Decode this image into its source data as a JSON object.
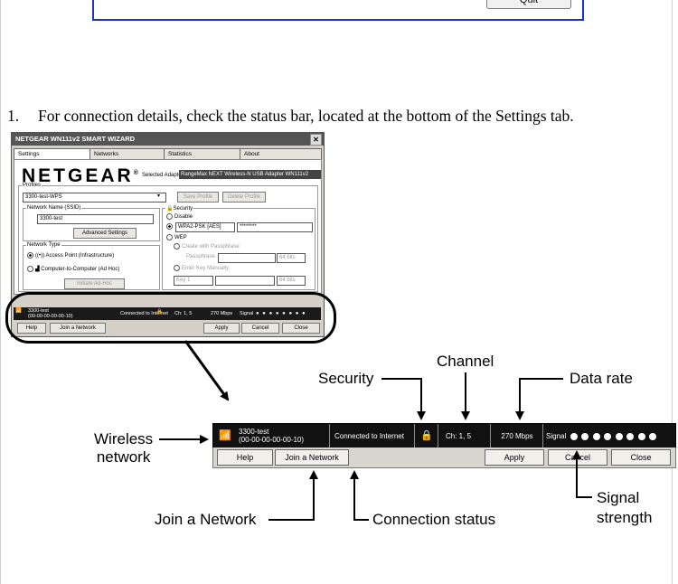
{
  "top_dialog": {
    "button_label": "Quit"
  },
  "instruction": {
    "number": "1.",
    "text": "For connection details, check the status bar, located at the bottom of the Settings tab."
  },
  "wizard": {
    "title": "NETGEAR WN111v2 SMART WIZARD",
    "tabs": [
      "Settings",
      "Networks",
      "Statistics",
      "About"
    ],
    "logo": "NETGEAR",
    "logo_mark": "®",
    "selected_adapter_label": "Selected Adapter",
    "selected_adapter": "RangeMax NEXT Wireless-N USB Adapter WN111v2",
    "profiles_label": "Profiles",
    "profile_value": "3300-test-WPS",
    "save_profile": "Save Profile",
    "delete_profile": "Delete Profile",
    "ssid_label": "Network Name (SSID)",
    "ssid_value": "3300-test",
    "advanced_settings": "Advanced Settings",
    "security_label": "Security",
    "disable_label": "Disable",
    "wpa_value": "WPA2-PSK [AES]",
    "passphrase_mask": "********",
    "wep_label": "WEP",
    "create_passphrase": "Create with Passphrase",
    "passphrase_label": "Passphrase",
    "bits_64": "64 bits",
    "enter_key_manually": "Enter Key Manually",
    "key_1": "Key 1",
    "network_type_label": "Network Type",
    "access_point": "Access Point (Infrastructure)",
    "computer_to_computer": "Computer-to-Computer (Ad Hoc)",
    "initiate_adhoc": "Initiate Ad-Hoc"
  },
  "status_bar": {
    "network_name": "3300-test",
    "network_mac": "(00-00-00-00-00-10)",
    "connection_status": "Connected to Internet",
    "channel": "Ch:  1, 5",
    "data_rate": "270 Mbps",
    "signal_label": "Signal",
    "signal_dots": 8
  },
  "button_bar": {
    "help": "Help",
    "join": "Join a Network",
    "apply": "Apply",
    "cancel": "Cancel",
    "close": "Close"
  },
  "callouts": {
    "security": "Security",
    "channel": "Channel",
    "data_rate": "Data rate",
    "wireless_network_line1": "Wireless",
    "wireless_network_line2": "network",
    "join_a_network": "Join a Network",
    "connection_status": "Connection status",
    "signal_line1": "Signal",
    "signal_line2": "strength"
  }
}
